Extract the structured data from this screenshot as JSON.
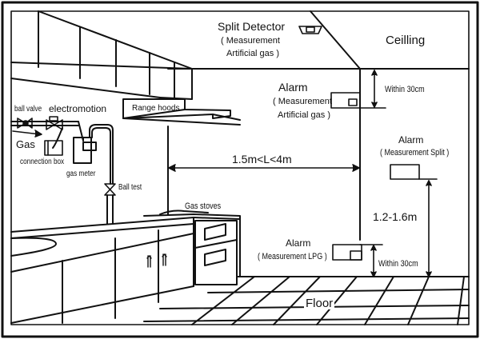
{
  "diagram": {
    "title": "Gas detector installation positions in kitchen",
    "labels": {
      "split_detector": "Split Detector",
      "split_detector_sub1": "( Measurement",
      "split_detector_sub2": "Artificial gas )",
      "ceiling": "Ceilling",
      "alarm_artificial": "Alarm",
      "alarm_artificial_sub1": "( Measurement",
      "alarm_artificial_sub2": "Artificial gas )",
      "within_30cm_top": "Within 30cm",
      "range_hoods": "Range hoods",
      "ball_valve": "ball valve",
      "electromotion": "electromotion",
      "gas": "Gas",
      "connection_box": "connection box",
      "gas_meter": "gas meter",
      "ball_test": "Ball test",
      "distance_L": "1.5m<L<4m",
      "alarm_split": "Alarm",
      "alarm_split_sub": "( Measurement Split )",
      "height_range": "1.2-1.6m",
      "gas_stoves": "Gas stoves",
      "alarm_lpg": "Alarm",
      "alarm_lpg_sub": "( Measurement LPG )",
      "within_30cm_bottom": "Within 30cm",
      "floor": "Floor"
    }
  }
}
